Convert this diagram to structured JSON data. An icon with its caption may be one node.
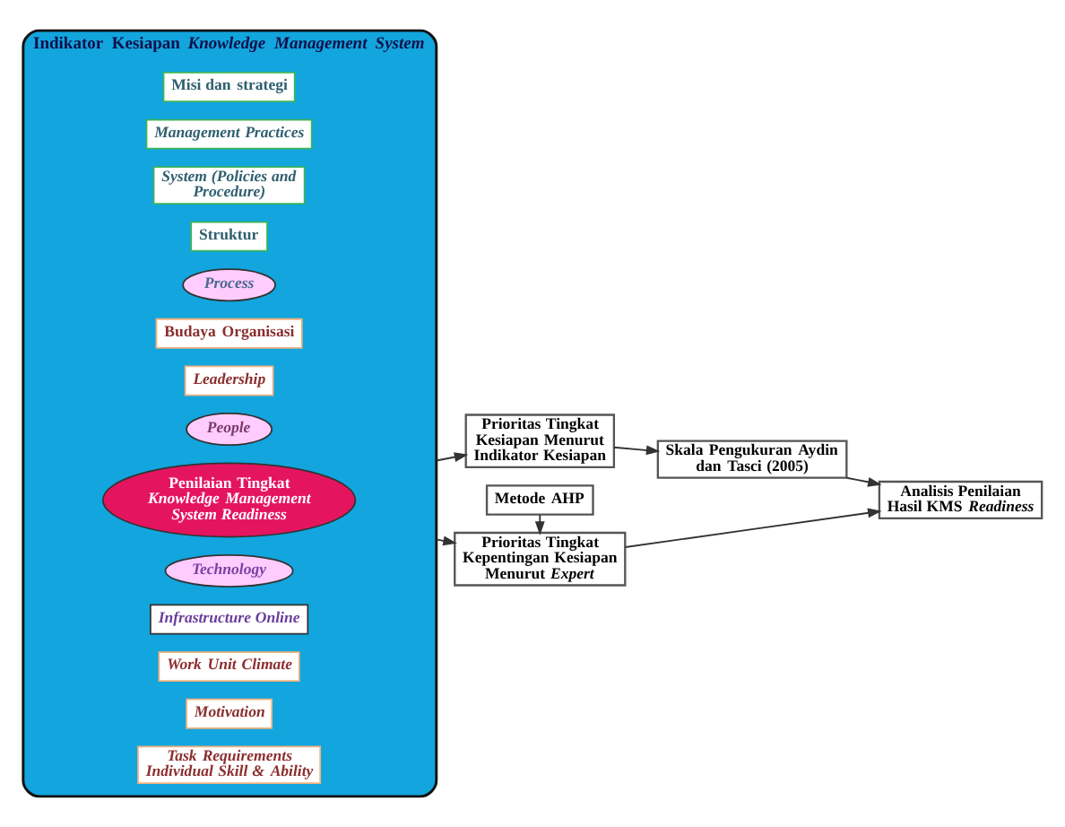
{
  "diagram": {
    "nodes": [
      {
        "text": [
          "Indikator Kesiapan *Knowledge Management System*"
        ]
      },
      {
        "text": [
          "Misi dan strategi"
        ],
        "in": 0
      },
      {
        "text": [
          "Management Practices"
        ],
        "in": 0
      },
      {
        "text": [
          "System (Policies and Procedure)"
        ],
        "in": 0
      },
      {
        "text": [
          "Struktur"
        ],
        "in": 0
      },
      {
        "text": [
          "Process"
        ],
        "in": 0
      },
      {
        "text": [
          "Budaya Organisasi"
        ],
        "in": 0
      },
      {
        "text": [
          "Leadership"
        ],
        "in": 0
      },
      {
        "text": [
          "People"
        ],
        "in": 0
      },
      {
        "text": [
          "Penilaian Tingkat *Knowledge Management System Readiness*"
        ],
        "in": 0
      },
      {
        "text": [
          "Technology"
        ],
        "in": 0
      },
      {
        "text": [
          "Infrastructure Online"
        ],
        "in": 0
      },
      {
        "text": [
          "Work Unit Climate"
        ],
        "in": 0
      },
      {
        "text": [
          "Motivation"
        ],
        "in": 0
      },
      {
        "text": [
          "Task Requirements Individual Skill & Ability"
        ],
        "in": 0
      },
      {
        "text": [
          "Prioritas Tingkat Kepentingan Kesiapan Menurut *Expert*"
        ]
      },
      {
        "text": [
          "Metode AHP"
        ]
      },
      {
        "text": [
          "Prioritas Tingkat Kesiapan Menurut Indikator Kesiapan"
        ]
      },
      {
        "text": [
          "Skala Pengukuran Aydin dan Tasci (2005)"
        ]
      },
      {
        "text": [
          "Analisis Penilaian Hasil KMS *Readiness*"
        ]
      }
    ],
    "edges": [
      {
        "from": 0,
        "to": 15,
        "arrow": "to"
      },
      {
        "from": 16,
        "to": 15,
        "arrow": "to"
      },
      {
        "from": 0,
        "to": 17,
        "arrow": "to"
      },
      {
        "from": 17,
        "to": 18,
        "arrow": "to"
      },
      {
        "from": 18,
        "to": 19,
        "arrow": "to"
      },
      {
        "from": 15,
        "to": 19,
        "arrow": "to"
      }
    ]
  }
}
